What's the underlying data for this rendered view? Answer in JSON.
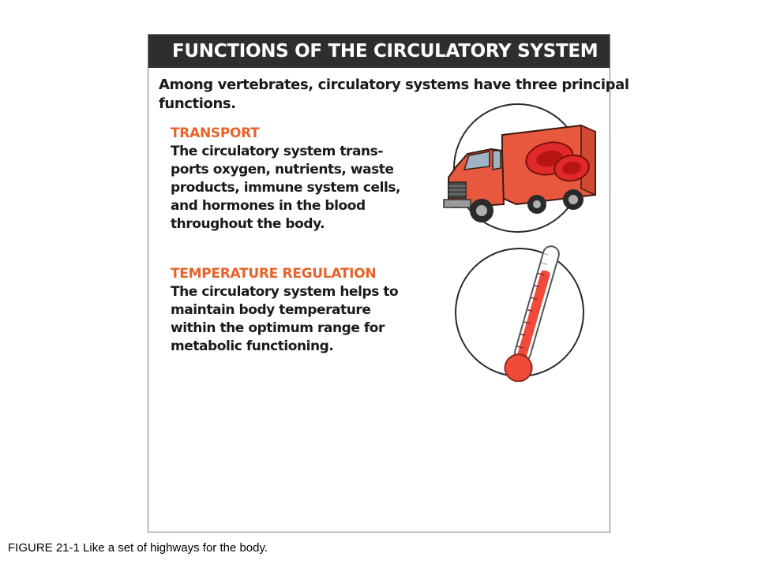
{
  "header": {
    "title": "FUNCTIONS OF THE CIRCULATORY SYSTEM"
  },
  "intro": {
    "lines": [
      "Among vertebrates, circulatory systems have three principal",
      "functions."
    ]
  },
  "sections": [
    {
      "title": "TRANSPORT",
      "lines": [
        "The circulatory system trans-",
        "ports oxygen, nutrients, waste",
        "products, immune system cells,",
        "and hormones in the blood",
        "throughout the body."
      ],
      "icon": "delivery-truck-icon"
    },
    {
      "title": "TEMPERATURE REGULATION",
      "lines": [
        "The circulatory system helps to",
        "maintain body temperature",
        "within the optimum range for",
        "metabolic functioning."
      ],
      "icon": "thermometer-icon"
    }
  ],
  "caption": "FIGURE 21-1 Like a set of highways for the body.",
  "colors": {
    "header_bg": "#2e2e2e",
    "accent_orange": "#e8632a",
    "truck_red": "#e8583f",
    "blood_cell_red": "#e02a2a",
    "thermometer_red": "#f04a3a"
  }
}
